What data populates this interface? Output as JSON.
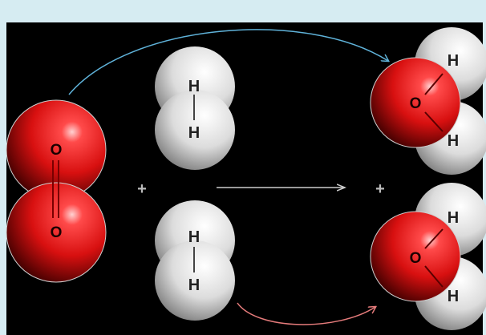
{
  "colors": {
    "background": "#d6ecf2",
    "panel": "#000000",
    "oxygen": "#e01616",
    "hydrogen": "#eeeeee",
    "arrow_blue": "#5fb2d9",
    "arrow_red": "#e57b7b",
    "reaction_arrow": "#cccccc"
  },
  "reactants": {
    "oxygen_molecule": {
      "atom_top": "O",
      "atom_bottom": "O"
    },
    "hydrogen_molecule_1": {
      "atom_top": "H",
      "atom_bottom": "H"
    },
    "hydrogen_molecule_2": {
      "atom_top": "H",
      "atom_bottom": "H"
    }
  },
  "products": {
    "water_1": {
      "oxygen": "O",
      "hydrogen_top": "H",
      "hydrogen_bottom": "H"
    },
    "water_2": {
      "oxygen": "O",
      "hydrogen_top": "H",
      "hydrogen_bottom": "H"
    }
  },
  "operators": {
    "plus_left": "+",
    "plus_right": "+"
  }
}
